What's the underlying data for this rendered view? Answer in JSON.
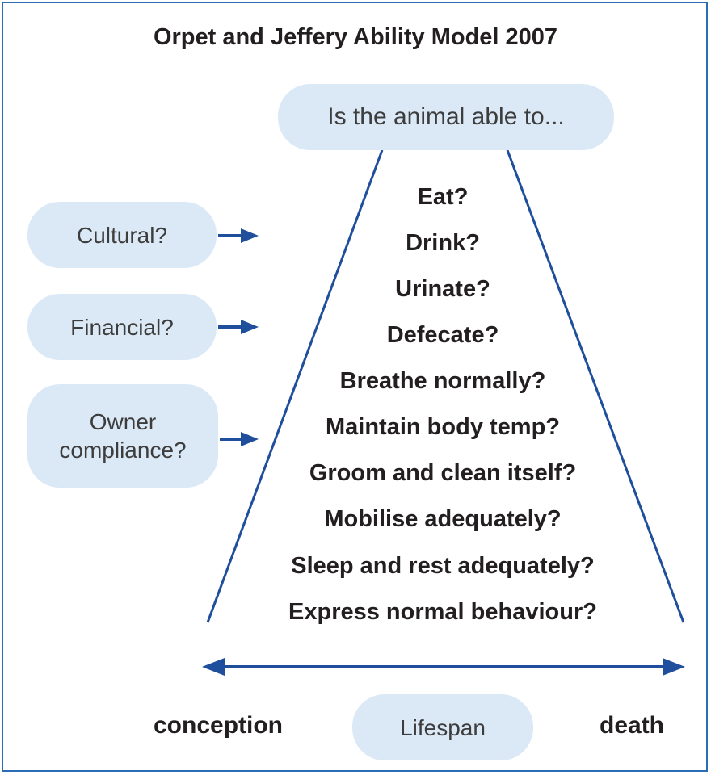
{
  "title": "Orpet and Jeffery Ability Model 2007",
  "question": "Is the animal able to...",
  "factors": [
    {
      "label": "Cultural?"
    },
    {
      "label": "Financial?"
    },
    {
      "label": "Owner\ncompliance?"
    }
  ],
  "abilities": [
    "Eat?",
    "Drink?",
    "Urinate?",
    "Defecate?",
    "Breathe normally?",
    "Maintain body temp?",
    "Groom and clean itself?",
    "Mobilise adequately?",
    "Sleep and rest adequately?",
    "Express normal behaviour?"
  ],
  "lifespan": {
    "start": "conception",
    "label": "Lifespan",
    "end": "death"
  },
  "colors": {
    "pill_fill": "#dbe9f6",
    "line": "#1f4e9c",
    "frame": "#2a6db5",
    "text": "#231f20"
  }
}
